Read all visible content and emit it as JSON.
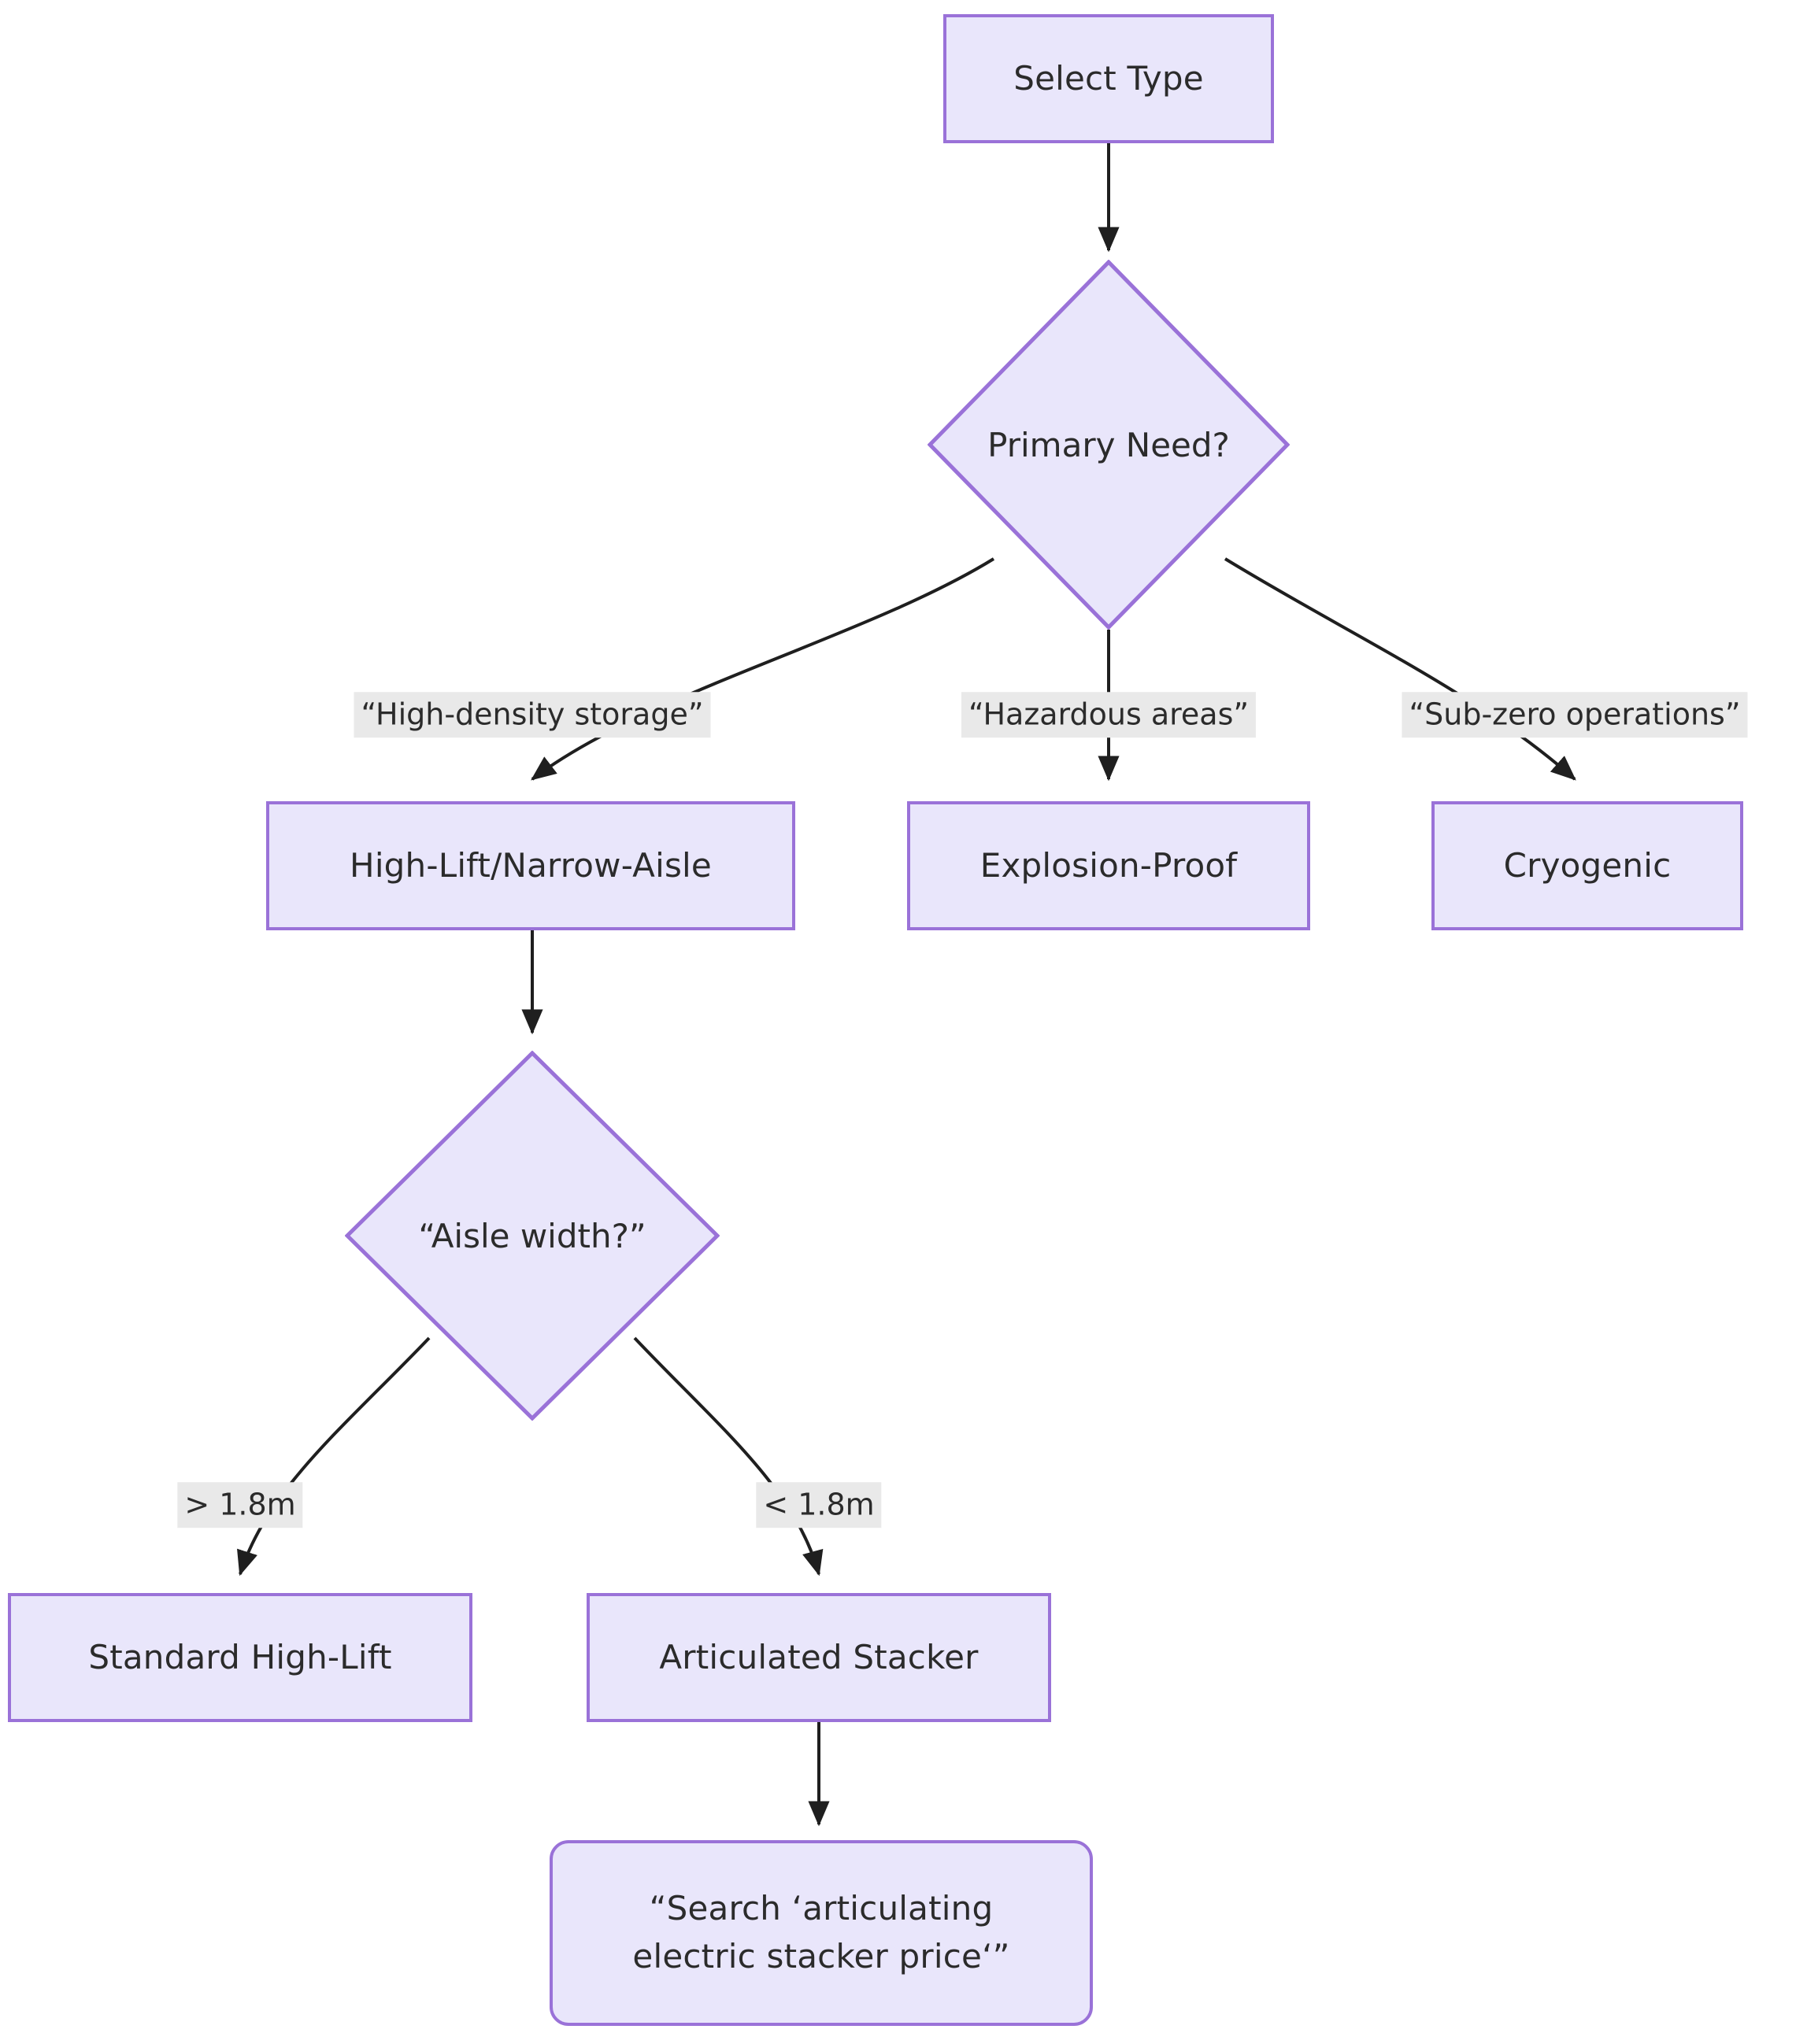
{
  "diagram": {
    "type": "flowchart",
    "direction": "top-down",
    "theme": {
      "node_fill": "#e9e6fb",
      "node_border": "#9a72d8",
      "edge_color": "#1f1f1f",
      "edge_label_bg": "#e9e9e9",
      "text_color": "#2b2b2b",
      "background": "#ffffff"
    },
    "nodes": [
      {
        "id": "select_type",
        "label": "Select Type",
        "shape": "rect"
      },
      {
        "id": "primary_need",
        "label": "Primary Need?",
        "shape": "diamond"
      },
      {
        "id": "high_lift",
        "label": "High-Lift/Narrow-Aisle",
        "shape": "rect"
      },
      {
        "id": "explosion",
        "label": "Explosion-Proof",
        "shape": "rect"
      },
      {
        "id": "cryogenic",
        "label": "Cryogenic",
        "shape": "rect"
      },
      {
        "id": "aisle_width",
        "label": "“Aisle width?”",
        "shape": "diamond"
      },
      {
        "id": "standard",
        "label": "Standard High-Lift",
        "shape": "rect"
      },
      {
        "id": "articulated",
        "label": "Articulated Stacker",
        "shape": "rect"
      },
      {
        "id": "search",
        "label": "“Search ‘articulating\nelectric stacker price‘”",
        "shape": "rounded-rect"
      }
    ],
    "edges": [
      {
        "from": "select_type",
        "to": "primary_need",
        "label": ""
      },
      {
        "from": "primary_need",
        "to": "high_lift",
        "label": "“High-density storage”"
      },
      {
        "from": "primary_need",
        "to": "explosion",
        "label": "“Hazardous areas”"
      },
      {
        "from": "primary_need",
        "to": "cryogenic",
        "label": "“Sub-zero operations”"
      },
      {
        "from": "high_lift",
        "to": "aisle_width",
        "label": ""
      },
      {
        "from": "aisle_width",
        "to": "standard",
        "label": "> 1.8m"
      },
      {
        "from": "aisle_width",
        "to": "articulated",
        "label": "< 1.8m"
      },
      {
        "from": "articulated",
        "to": "search",
        "label": ""
      }
    ]
  }
}
